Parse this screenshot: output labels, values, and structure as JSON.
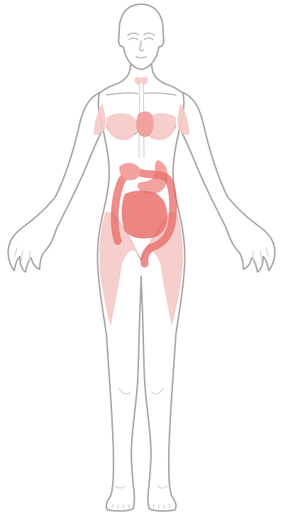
{
  "figure": {
    "colors": {
      "background": "#ffffff",
      "outline": "#a8a8a8",
      "detail": "#b4b4b4",
      "highlight_soft": "#f6c9c6",
      "highlight_medium": "#f19a96",
      "highlight_strong": "#e8625d"
    },
    "highlighted_regions": [
      "thyroid",
      "heart",
      "breasts",
      "upper-arms",
      "stomach",
      "small-intestine",
      "large-intestine",
      "hips",
      "thighs"
    ]
  }
}
